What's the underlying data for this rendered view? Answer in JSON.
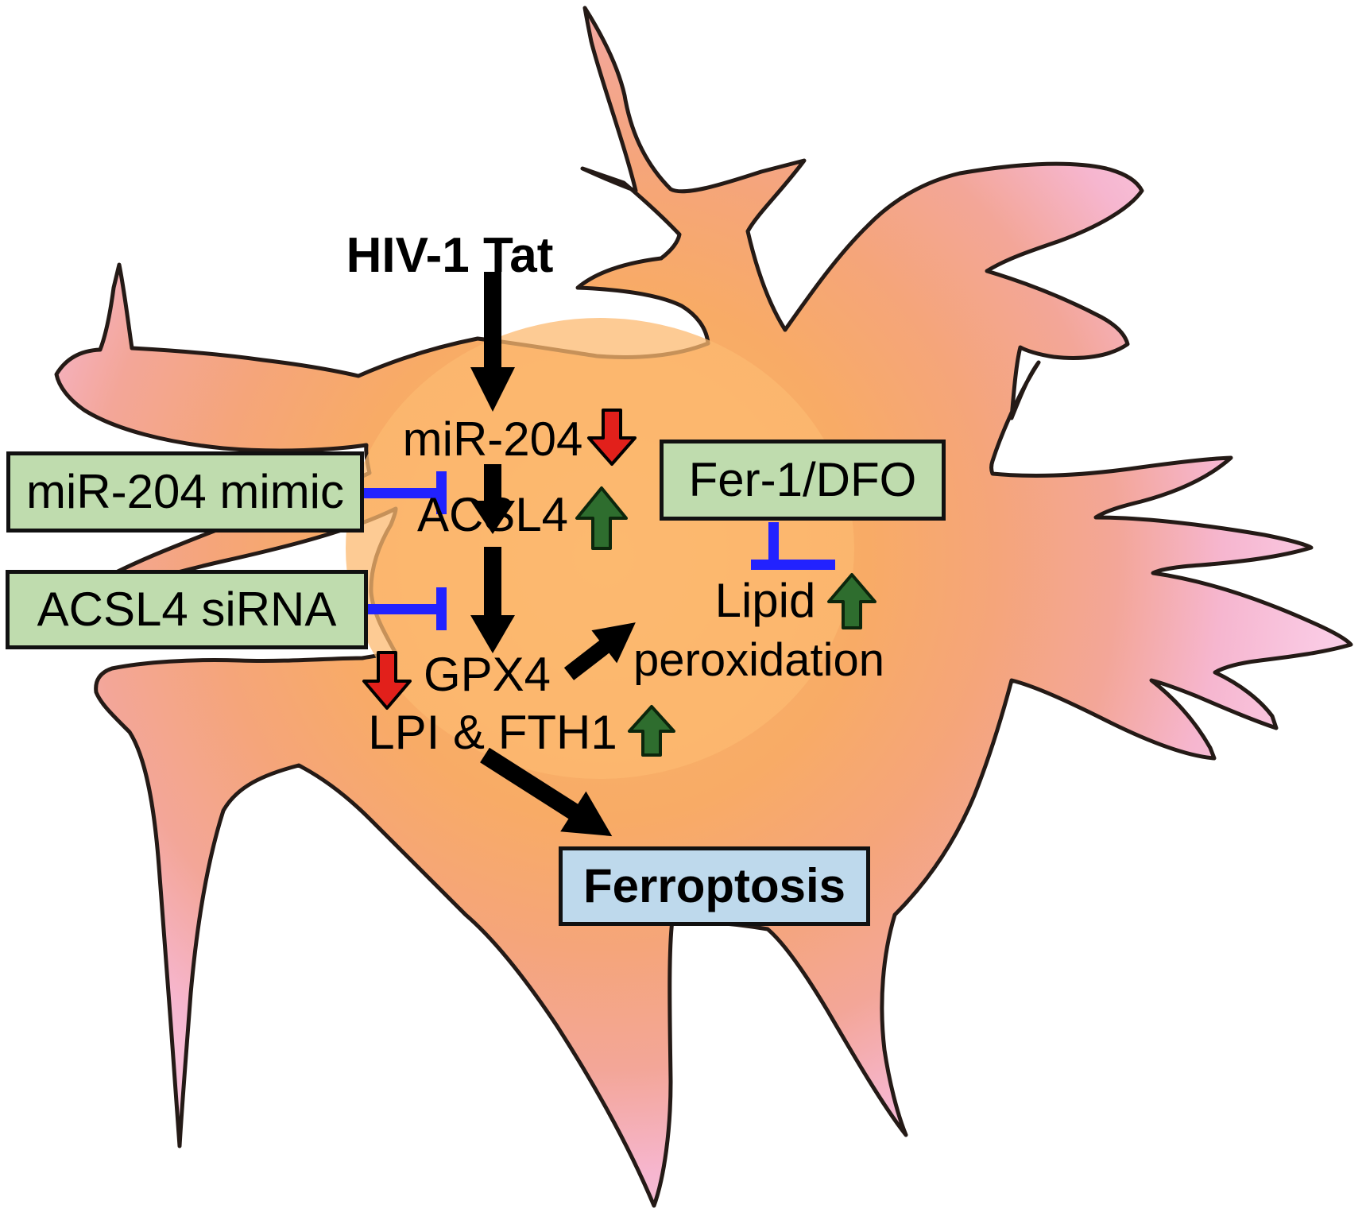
{
  "labels": {
    "hiv_tat": "HIV-1 Tat",
    "mir204": "miR-204",
    "acsl4": "ACSL4",
    "gpx4": "GPX4",
    "lpi_fth1": "LPI & FTH1",
    "lipid": "Lipid",
    "peroxidation": "peroxidation",
    "mimic": "miR-204 mimic",
    "sirna": "ACSL4 siRNA",
    "fer1_dfo": "Fer-1/DFO",
    "ferroptosis": "Ferroptosis"
  },
  "regulation": {
    "mir204": "down",
    "acsl4": "up",
    "gpx4": "down",
    "lpi_fth1": "up",
    "lipid_peroxidation": "up"
  },
  "edges": [
    {
      "from": "HIV-1 Tat",
      "to": "miR-204",
      "type": "activation-arrow"
    },
    {
      "from": "miR-204",
      "to": "ACSL4",
      "type": "activation-arrow"
    },
    {
      "from": "ACSL4",
      "to": "GPX4 / LPI & FTH1",
      "type": "activation-arrow"
    },
    {
      "from": "GPX4",
      "to": "Lipid peroxidation",
      "type": "activation-arrow"
    },
    {
      "from": "LPI & FTH1",
      "to": "Ferroptosis",
      "type": "activation-arrow"
    },
    {
      "from": "miR-204 mimic",
      "to": "miR-204 → ACSL4",
      "type": "inhibition-bar"
    },
    {
      "from": "ACSL4 siRNA",
      "to": "ACSL4 → GPX4",
      "type": "inhibition-bar"
    },
    {
      "from": "Fer-1/DFO",
      "to": "Lipid peroxidation",
      "type": "inhibition-bar"
    }
  ],
  "colors": {
    "background": "#ffffff",
    "cell_body_orange": "#f8ab66",
    "cell_center_light": "#fcba70",
    "dendrite_pink": "#fbd0ea",
    "outline": "#241a16",
    "box_green": "#bfdcae",
    "box_blue": "#bed9ec",
    "box_border": "#111111",
    "inhibit_blue": "#2222ff",
    "arrow_red": "#e2201b",
    "arrow_green": "#2e6d2e",
    "arrow_black": "#000000"
  }
}
